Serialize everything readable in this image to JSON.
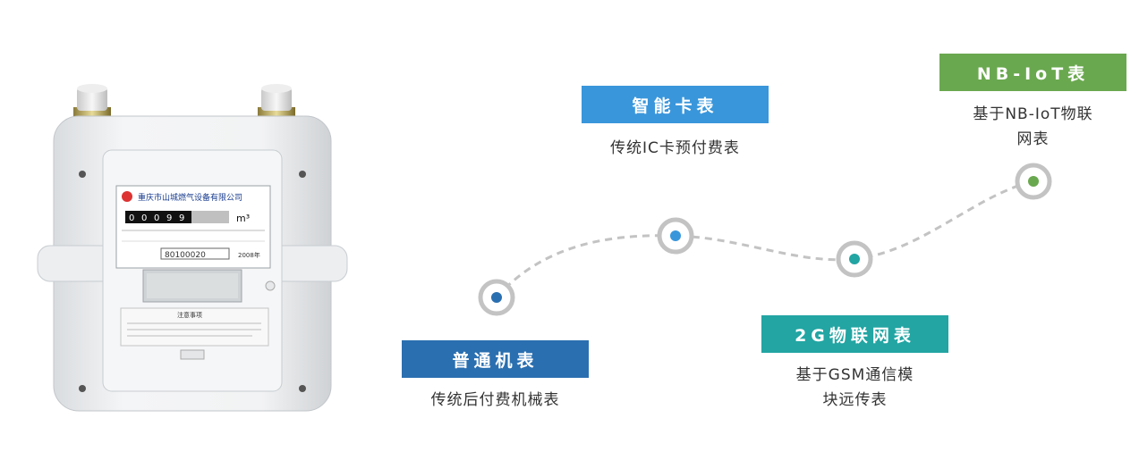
{
  "meter": {
    "brand": "重庆市山城燃气设备有限公司",
    "counter_unit": "m³",
    "serial": "80100020",
    "year": "2008年",
    "notice_title": "注意事项"
  },
  "stages": [
    {
      "title": "普通机表",
      "desc_lines": [
        "传统后付费机械表"
      ],
      "color": "#2a6fb0",
      "dot_color": "#2a6fb0"
    },
    {
      "title": "智能卡表",
      "desc_lines": [
        "传统IC卡预付费表"
      ],
      "color": "#3996db",
      "dot_color": "#3996db"
    },
    {
      "title": "2G物联网表",
      "desc_lines": [
        "基于GSM通信模",
        "块远传表"
      ],
      "color": "#22a5a3",
      "dot_color": "#22a5a3"
    },
    {
      "title": "NB-IoT表",
      "desc_lines": [
        "基于NB-IoT物联",
        "网表"
      ],
      "color": "#6aa84f",
      "dot_color": "#6aa84f"
    }
  ]
}
